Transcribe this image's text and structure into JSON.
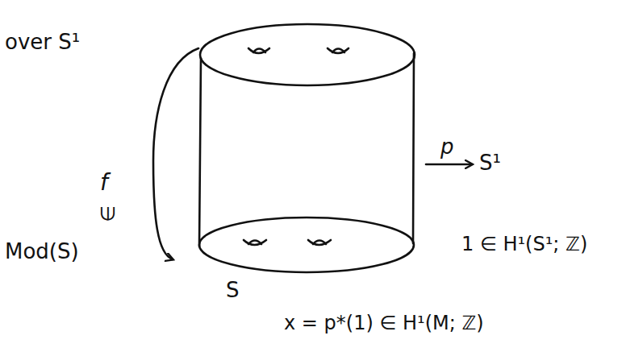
{
  "diagram": {
    "labels": [
      "over S¹",
      "f",
      "∈",
      "Mod(S)",
      "S",
      "p",
      "S¹",
      "1 ∈ H¹(S¹; ℤ)",
      "x = p*(1) ∈ H¹(M; ℤ)"
    ]
  }
}
